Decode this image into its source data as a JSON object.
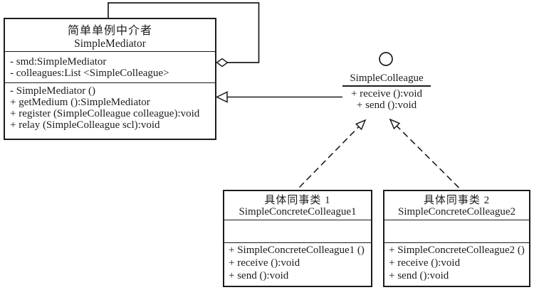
{
  "colors": {
    "ink": "#1c1c1c",
    "background": "#ffffff"
  },
  "diagram": {
    "mediator": {
      "title_cn": "简单单例中介者",
      "title_en": "SimpleMediator",
      "attributes": [
        "- smd:SimpleMediator",
        "- colleagues:List <SimpleColleague>"
      ],
      "methods": [
        "- SimpleMediator ()",
        "+ getMedium ():SimpleMediator",
        "+ register (SimpleColleague colleague):void",
        "+ relay (SimpleColleague scl):void"
      ]
    },
    "interface": {
      "name": "SimpleColleague",
      "methods": [
        "+ receive ():void",
        "+ send ():void"
      ]
    },
    "colleague1": {
      "title_cn": "具体同事类 1",
      "title_en": "SimpleConcreteColleague1",
      "methods": [
        "+ SimpleConcreteColleague1 ()",
        "+ receive ():void",
        "+ send ():void"
      ]
    },
    "colleague2": {
      "title_cn": "具体同事类 2",
      "title_en": "SimpleConcreteColleague2",
      "methods": [
        "+ SimpleConcreteColleague2 ()",
        "+ receive ():void",
        "+ send ():void"
      ]
    }
  }
}
